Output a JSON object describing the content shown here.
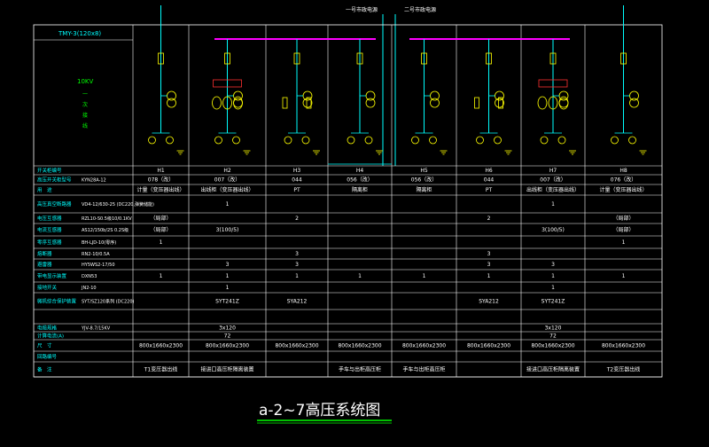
{
  "drawing": {
    "bus_label": "TMY-3(120x8)",
    "voltage_label": "10KV",
    "voltage_sub": [
      "一",
      "次",
      "接",
      "线"
    ],
    "top_note_left": "一号市政电源",
    "top_note_right": "二号市政电源",
    "title": "a-2~7高压系统图",
    "colors": {
      "background": "#000000",
      "grid": "#ffffff",
      "cyan": "#00ffff",
      "yellow": "#ffff00",
      "magenta": "#ff00ff",
      "green": "#00ff00",
      "red": "#ff3030"
    }
  },
  "panels": [
    "H1",
    "H2",
    "H3",
    "H4",
    "H5",
    "H6",
    "H7",
    "H8"
  ],
  "rows": [
    {
      "label": "开关柜编号",
      "values": [
        "H1",
        "H2",
        "H3",
        "H4",
        "H5",
        "H6",
        "H7",
        "H8"
      ]
    },
    {
      "label": "高压开关柜型号",
      "spec": "KYN28A-12",
      "values": [
        "078（改）",
        "007（改）",
        "044",
        "056（改）",
        "056（改）",
        "044",
        "007（改）",
        "076（改）"
      ]
    },
    {
      "label": "用　途",
      "values": [
        "计量（变压器出线）",
        "出线柜（变压器出线）",
        "PT",
        "隔离柜",
        "隔离柜",
        "PT",
        "出线柜（变压器出线）",
        "计量（变压器出线）"
      ]
    },
    {
      "label": "高压真空断路器",
      "spec": "VD4-12/630-25 (DC220,弹簧储能)",
      "values": [
        "",
        "1",
        "",
        "",
        "",
        "",
        "1",
        ""
      ]
    },
    {
      "label": "电压互感器",
      "spec": "RZL10-S0.5级10/0.1KV",
      "values": [
        "（局部）",
        "",
        "2",
        "",
        "",
        "2",
        "",
        "（局部）"
      ]
    },
    {
      "label": "电流互感器",
      "spec": "AS12/150b/2S 0.2S级",
      "values": [
        "（局部）",
        "3(100/5)",
        "",
        "",
        "",
        "",
        "3(100/5)",
        "（局部）"
      ]
    },
    {
      "label": "零序互感器",
      "spec": "BH-LJD-10(零序)",
      "values": [
        "1",
        "",
        "",
        "",
        "",
        "",
        "",
        "1"
      ]
    },
    {
      "label": "熔断器",
      "spec": "RN2-10/0.5A",
      "values": [
        "",
        "",
        "3",
        "",
        "",
        "3",
        "",
        ""
      ]
    },
    {
      "label": "避雷器",
      "spec": "HY5WS2-17/50",
      "values": [
        "",
        "3",
        "3",
        "",
        "",
        "3",
        "3",
        ""
      ]
    },
    {
      "label": "带电显示装置",
      "spec": "DXN53",
      "values": [
        "1",
        "1",
        "1",
        "1",
        "1",
        "1",
        "1",
        "1"
      ]
    },
    {
      "label": "接地开关",
      "spec": "JN2-10",
      "values": [
        "",
        "1",
        "",
        "",
        "",
        "",
        "1",
        ""
      ]
    },
    {
      "label": "微机综合保护装置",
      "spec": "SYT/SZ120系列 (DC220)",
      "values": [
        "",
        "SYT241Z",
        "SYA212",
        "",
        "",
        "SYA212",
        "SYT241Z",
        ""
      ]
    },
    {
      "label": "",
      "values": [
        "",
        "",
        "",
        "",
        "",
        "",
        "",
        ""
      ]
    },
    {
      "label": "电缆规格",
      "spec": "YJV-8.7/15KV",
      "values": [
        "",
        "3x120",
        "",
        "",
        "",
        "",
        "3x120",
        ""
      ]
    },
    {
      "label": "计算电流(A)",
      "values": [
        "",
        "72",
        "",
        "",
        "",
        "",
        "72",
        ""
      ]
    },
    {
      "label": "尺　寸",
      "values": [
        "800x1660x2300",
        "800x1660x2300",
        "800x1660x2300",
        "800x1660x2300",
        "800x1660x2300",
        "800x1660x2300",
        "800x1660x2300",
        "800x1660x2300"
      ]
    },
    {
      "label": "回路编号",
      "values": [
        "",
        "",
        "",
        "",
        "",
        "",
        "",
        ""
      ]
    },
    {
      "label": "备　注",
      "values": [
        "T1变压器出线",
        "接进口高压柜隔离装置",
        "",
        "手车与出柜高压柜",
        "手车与出柜高压柜",
        "",
        "接进口高压柜隔离装置",
        "T2变压器出线"
      ]
    }
  ]
}
